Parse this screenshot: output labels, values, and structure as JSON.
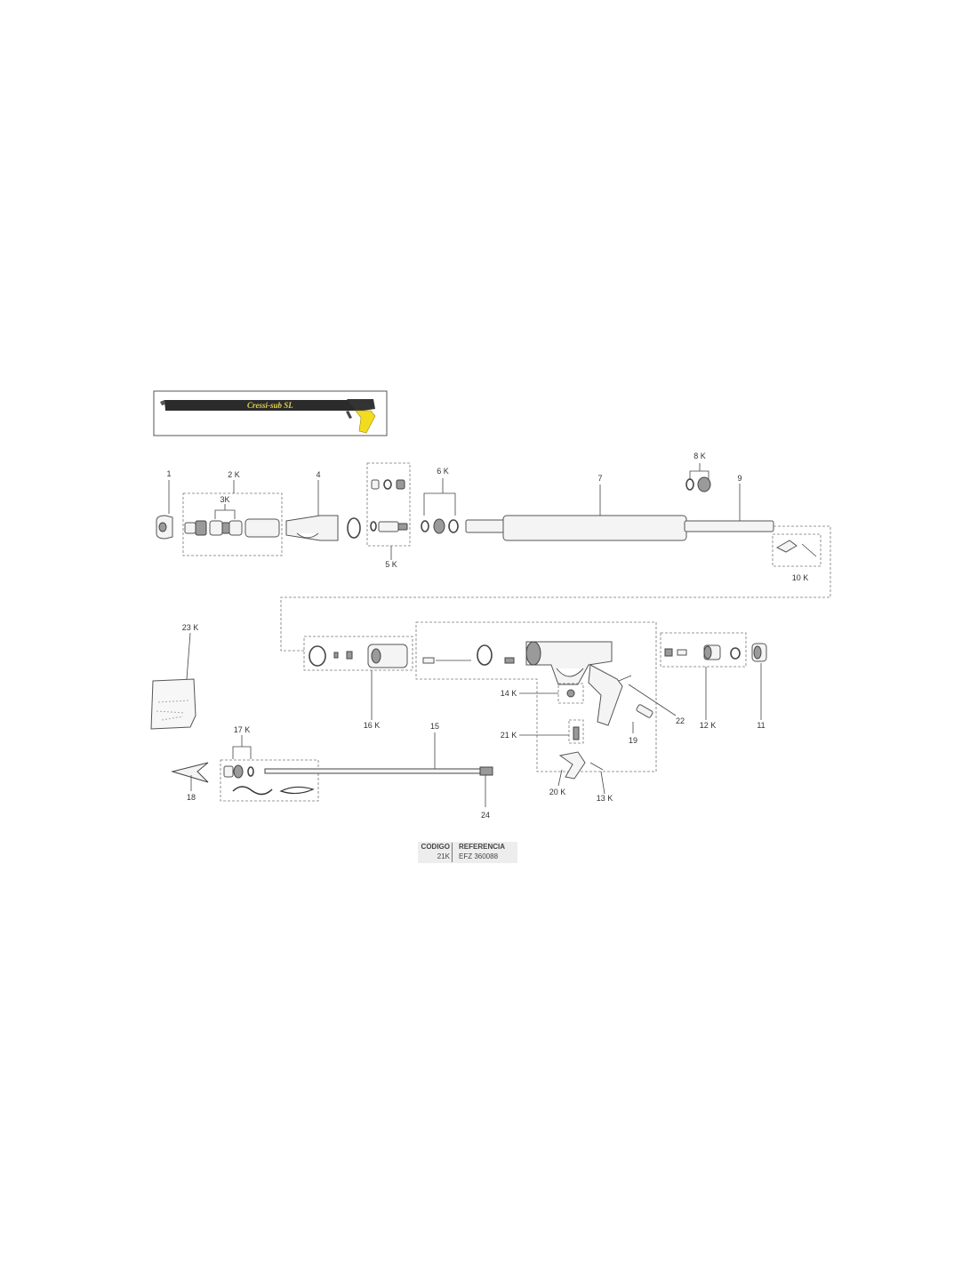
{
  "product_photo": {
    "brand_text": "Cressi-sub SL"
  },
  "labels": [
    {
      "id": "1",
      "text": "1"
    },
    {
      "id": "2K",
      "text": "2 K"
    },
    {
      "id": "3K",
      "text": "3K"
    },
    {
      "id": "4",
      "text": "4"
    },
    {
      "id": "5K",
      "text": "5 K"
    },
    {
      "id": "6K",
      "text": "6 K"
    },
    {
      "id": "7",
      "text": "7"
    },
    {
      "id": "8K",
      "text": "8 K"
    },
    {
      "id": "9",
      "text": "9"
    },
    {
      "id": "10K",
      "text": "10 K"
    },
    {
      "id": "23K",
      "text": "23 K"
    },
    {
      "id": "16K",
      "text": "16 K"
    },
    {
      "id": "14K",
      "text": "14 K"
    },
    {
      "id": "21K",
      "text": "21 K"
    },
    {
      "id": "22",
      "text": "22"
    },
    {
      "id": "19",
      "text": "19"
    },
    {
      "id": "12K",
      "text": "12 K"
    },
    {
      "id": "11",
      "text": "11"
    },
    {
      "id": "17K",
      "text": "17 K"
    },
    {
      "id": "15",
      "text": "15"
    },
    {
      "id": "18",
      "text": "18"
    },
    {
      "id": "24",
      "text": "24"
    },
    {
      "id": "20K",
      "text": "20 K"
    },
    {
      "id": "13K",
      "text": "13 K"
    }
  ],
  "code_table": {
    "code_header": "CODIGO",
    "ref_header": "REFERENCIA",
    "code": "21K",
    "ref": "EFZ 360088"
  },
  "colors": {
    "grip": "#f2dc1e",
    "barrel": "#2b2b2b",
    "line": "#555555"
  }
}
